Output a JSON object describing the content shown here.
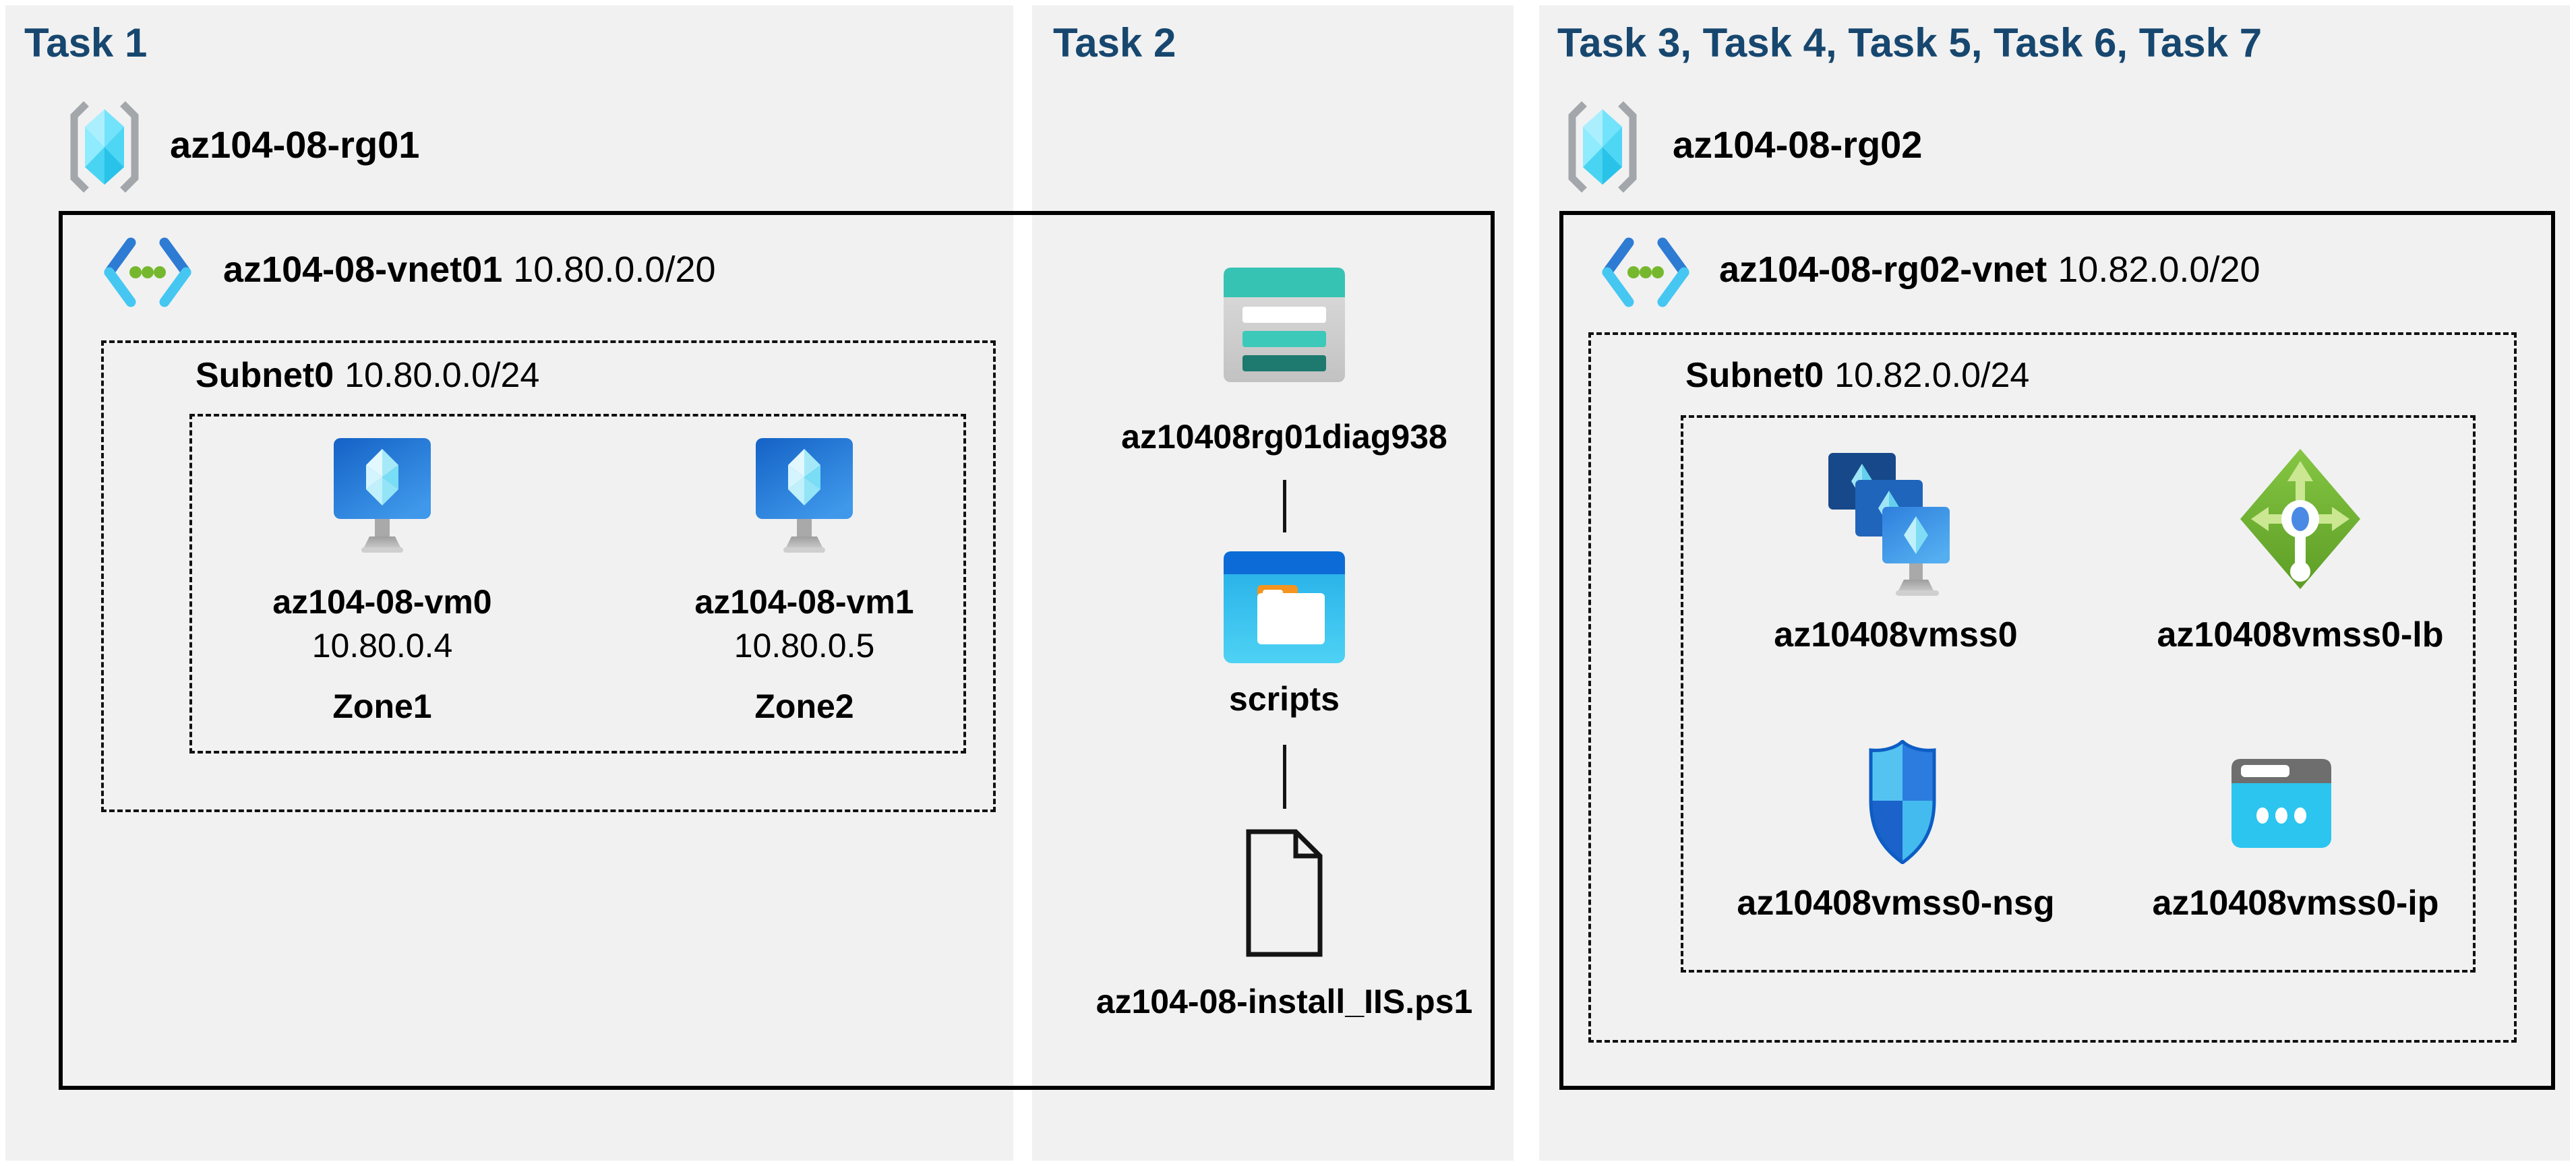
{
  "colors": {
    "panel_bg": "#f1f1f1",
    "title_text": "#17476f",
    "label_text": "#000000",
    "box_border": "#000000",
    "storage_teal": "#36c3b4",
    "storage_teal_dark": "#1e796f",
    "folder_blue": "#0c6bd6",
    "folder_tab_orange": "#f5941f",
    "vm_blue": "#1462c6",
    "lb_green": "#76b82d",
    "nsg_blue": "#2c7bdf",
    "ip_cyan": "#2cc5ef",
    "vnet_chevron_blue": "#2e7bd4",
    "vnet_dot_green": "#76b82d",
    "rg_bracket_gray": "#a3a7ab"
  },
  "icons": {
    "resource_group": "resource-group-icon",
    "virtual_network": "vnet-icon",
    "virtual_machine": "vm-icon",
    "storage_account": "storage-account-icon",
    "blob_container": "blob-container-icon",
    "file": "file-icon",
    "vm_scale_set": "vmss-icon",
    "load_balancer": "load-balancer-icon",
    "network_security_group": "nsg-icon",
    "public_ip": "public-ip-icon"
  },
  "task1": {
    "title": "Task 1",
    "resource_group": "az104-08-rg01",
    "vnet": {
      "name": "az104-08-vnet01",
      "cidr": "10.80.0.0/20"
    },
    "subnet": {
      "name": "Subnet0",
      "cidr": "10.80.0.0/24"
    },
    "vms": [
      {
        "name": "az104-08-vm0",
        "ip": "10.80.0.4",
        "zone": "Zone1"
      },
      {
        "name": "az104-08-vm1",
        "ip": "10.80.0.5",
        "zone": "Zone2"
      }
    ]
  },
  "task2": {
    "title": "Task 2",
    "storage_account": "az10408rg01diag938",
    "container": "scripts",
    "file": "az104-08-install_IIS.ps1"
  },
  "task3": {
    "title": "Task 3, Task 4, Task 5, Task 6, Task 7",
    "resource_group": "az104-08-rg02",
    "vnet": {
      "name": "az104-08-rg02-vnet",
      "cidr": "10.82.0.0/20"
    },
    "subnet": {
      "name": "Subnet0",
      "cidr": "10.82.0.0/24"
    },
    "resources": [
      {
        "name": "az10408vmss0",
        "type": "vm_scale_set"
      },
      {
        "name": "az10408vmss0-lb",
        "type": "load_balancer"
      },
      {
        "name": "az10408vmss0-nsg",
        "type": "network_security_group"
      },
      {
        "name": "az10408vmss0-ip",
        "type": "public_ip"
      }
    ]
  }
}
